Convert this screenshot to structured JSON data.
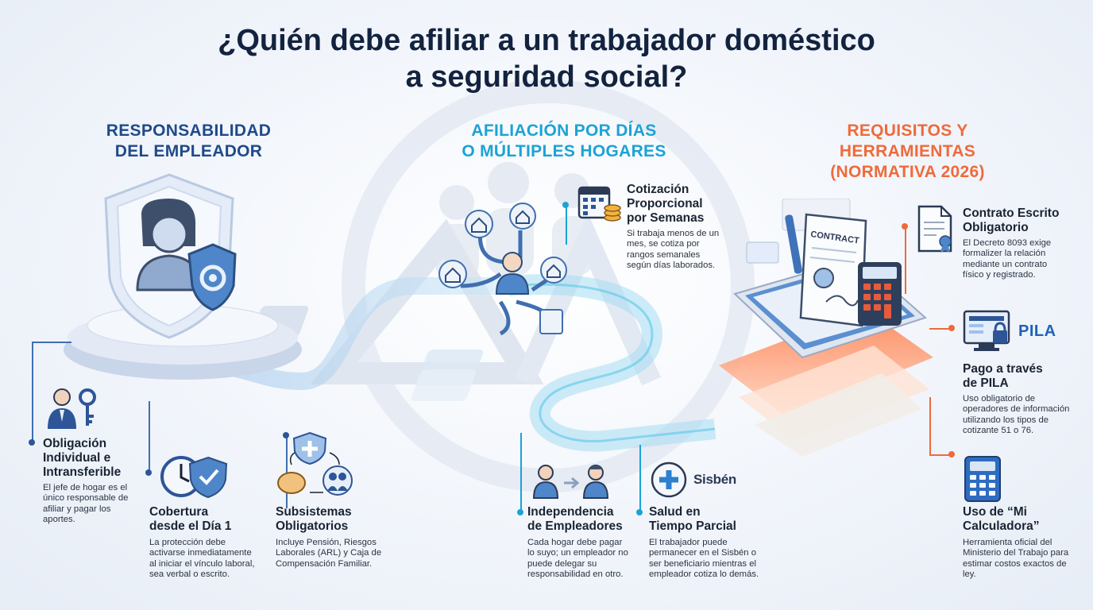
{
  "title": {
    "line1": "¿Quién debe afiliar a un trabajador doméstico",
    "line2": "a seguridad social?"
  },
  "sections": {
    "employer": {
      "line1": "RESPONSABILIDAD",
      "line2": "DEL EMPLEADOR",
      "color": "#1f4a8a"
    },
    "days": {
      "line1": "AFILIACIÓN POR DÍAS",
      "line2": "O MÚLTIPLES HOGARES",
      "color": "#1ba3d4"
    },
    "reqs": {
      "line1": "REQUISITOS Y",
      "line2": "HERRAMIENTAS",
      "line3": "(NORMATIVA 2026)",
      "color": "#ef6a3a"
    }
  },
  "items": {
    "obligacion": {
      "h1": "Obligación",
      "h2": "Individual e",
      "h3": "Intransferible",
      "text": "El jefe de hogar es el único responsable de afiliar y pagar los aportes."
    },
    "cobertura": {
      "h1": "Cobertura",
      "h2": "desde el Día 1",
      "text": "La protección debe activarse inmediatamente al iniciar el vínculo laboral, sea verbal o escrito."
    },
    "subsistemas": {
      "h1": "Subsistemas",
      "h2": "Obligatorios",
      "text": "Incluye Pensión, Riesgos Laborales (ARL) y Caja de Compensación Familiar."
    },
    "cotizacion": {
      "h1": "Cotización",
      "h2": "Proporcional",
      "h3": "por Semanas",
      "text": "Si trabaja menos de un mes, se cotiza por rangos semanales según días laborados."
    },
    "independencia": {
      "h1": "Independencia",
      "h2": "de Empleadores",
      "text": "Cada hogar debe pagar lo suyo; un empleador no puede delegar su responsabilidad en otro."
    },
    "salud": {
      "h1": "Salud en",
      "h2": "Tiempo Parcial",
      "text": "El trabajador puede permanecer en el Sisbén o ser beneficiario mientras el empleador cotiza lo demás."
    },
    "contrato": {
      "h1": "Contrato Escrito",
      "h2": "Obligatorio",
      "text": "El Decreto 8093 exige formalizer la relación mediante un contrato físico y registrado."
    },
    "pila": {
      "h1": "Pago a través",
      "h2": "de PILA",
      "text": "Uso obligatorio de operadores de información utilizando los tipos de cotizante 51 o 76."
    },
    "calculadora": {
      "h1": "Uso de “Mi",
      "h2": "Calculadora”",
      "text": "Herramienta oficial del Ministerio del Trabajo para estimar costos exactos de ley."
    }
  },
  "labels": {
    "contract": "CONTRACT",
    "pila_logo": "PILA",
    "sisben_logo": "Sisbén"
  },
  "icons": [
    "shield-worker-icon",
    "employer-key-icon",
    "clock-shield-icon",
    "subsystems-cycle-icon",
    "calendar-coins-icon",
    "employers-transfer-icon",
    "health-cross-icon",
    "contract-document-icon",
    "pila-monitor-icon",
    "calculator-icon",
    "house-icon",
    "person-icon",
    "contract-tablet-illustration"
  ]
}
